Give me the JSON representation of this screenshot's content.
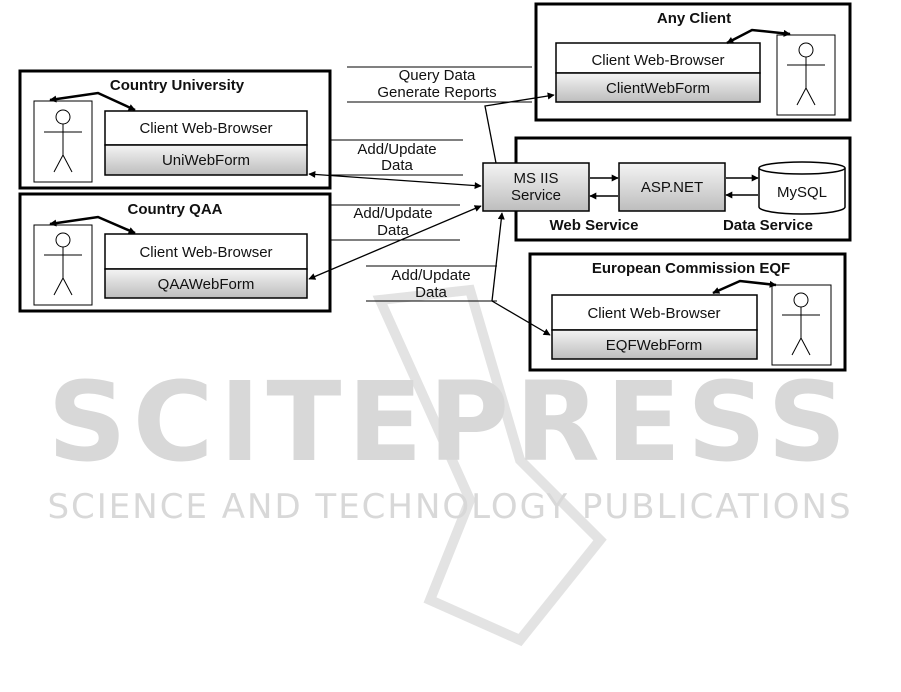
{
  "watermark": {
    "title": "SCITEPRESS",
    "subtitle": "SCIENCE AND TECHNOLOGY PUBLICATIONS"
  },
  "any_client": {
    "title": "Any Client",
    "browser": "Client Web-Browser",
    "form": "ClientWebForm"
  },
  "country_university": {
    "title": "Country University",
    "browser": "Client Web-Browser",
    "form": "UniWebForm"
  },
  "country_qaa": {
    "title": "Country QAA",
    "browser": "Client Web-Browser",
    "form": "QAAWebForm"
  },
  "eqf": {
    "title": "European Commission EQF",
    "browser": "Client Web-Browser",
    "form": "EQFWebForm"
  },
  "server": {
    "iis_line1": "MS IIS",
    "iis_line2": "Service",
    "aspnet": "ASP.NET",
    "mysql": "MySQL",
    "web_service": "Web Service",
    "data_service": "Data Service"
  },
  "labels": {
    "query_1": "Query Data",
    "query_2": "Generate Reports",
    "uni_1": "Add/Update",
    "uni_2": "Data",
    "qaa_1": "Add/Update",
    "qaa_2": "Data",
    "eqf_1": "Add/Update",
    "eqf_2": "Data"
  }
}
